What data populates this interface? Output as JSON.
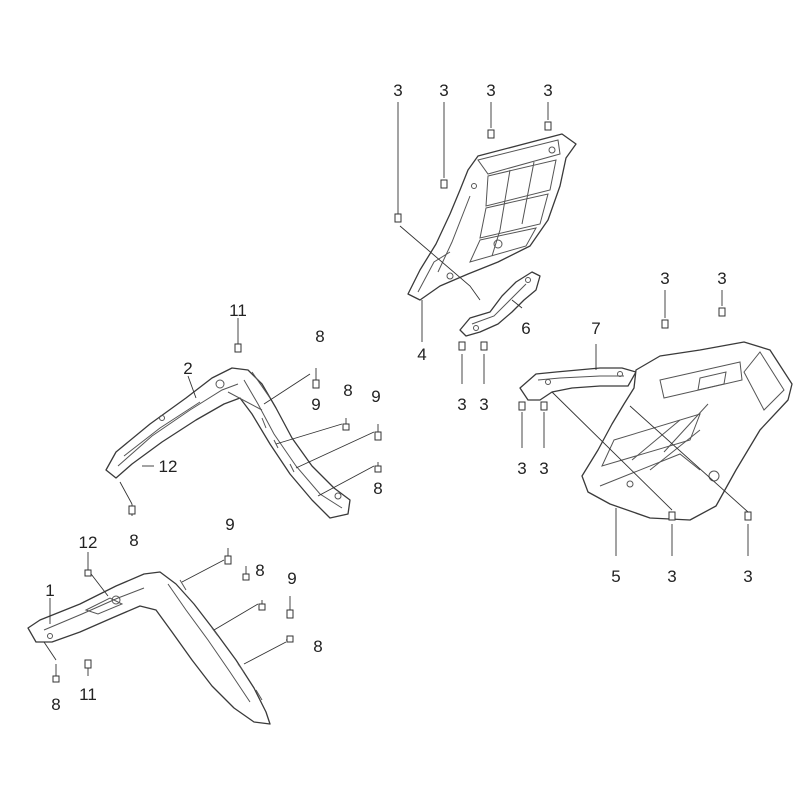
{
  "callouts": [
    {
      "id": "c1",
      "text": "1"
    },
    {
      "id": "c2",
      "text": "2"
    },
    {
      "id": "c3a",
      "text": "3"
    },
    {
      "id": "c3b",
      "text": "3"
    },
    {
      "id": "c3c",
      "text": "3"
    },
    {
      "id": "c3d",
      "text": "3"
    },
    {
      "id": "c3e",
      "text": "3"
    },
    {
      "id": "c3f",
      "text": "3"
    },
    {
      "id": "c3g",
      "text": "3"
    },
    {
      "id": "c3h",
      "text": "3"
    },
    {
      "id": "c3i",
      "text": "3"
    },
    {
      "id": "c3j",
      "text": "3"
    },
    {
      "id": "c3k",
      "text": "3"
    },
    {
      "id": "c3l",
      "text": "3"
    },
    {
      "id": "c4",
      "text": "4"
    },
    {
      "id": "c5",
      "text": "5"
    },
    {
      "id": "c6",
      "text": "6"
    },
    {
      "id": "c7",
      "text": "7"
    },
    {
      "id": "c8a",
      "text": "8"
    },
    {
      "id": "c8b",
      "text": "8"
    },
    {
      "id": "c8c",
      "text": "8"
    },
    {
      "id": "c8d",
      "text": "8"
    },
    {
      "id": "c8e",
      "text": "8"
    },
    {
      "id": "c8f",
      "text": "8"
    },
    {
      "id": "c8g",
      "text": "8"
    },
    {
      "id": "c9a",
      "text": "9"
    },
    {
      "id": "c9b",
      "text": "9"
    },
    {
      "id": "c9c",
      "text": "9"
    },
    {
      "id": "c9d",
      "text": "9"
    },
    {
      "id": "c11a",
      "text": "11"
    },
    {
      "id": "c11b",
      "text": "11"
    },
    {
      "id": "c12a",
      "text": "12"
    },
    {
      "id": "c12b",
      "text": "12"
    }
  ]
}
